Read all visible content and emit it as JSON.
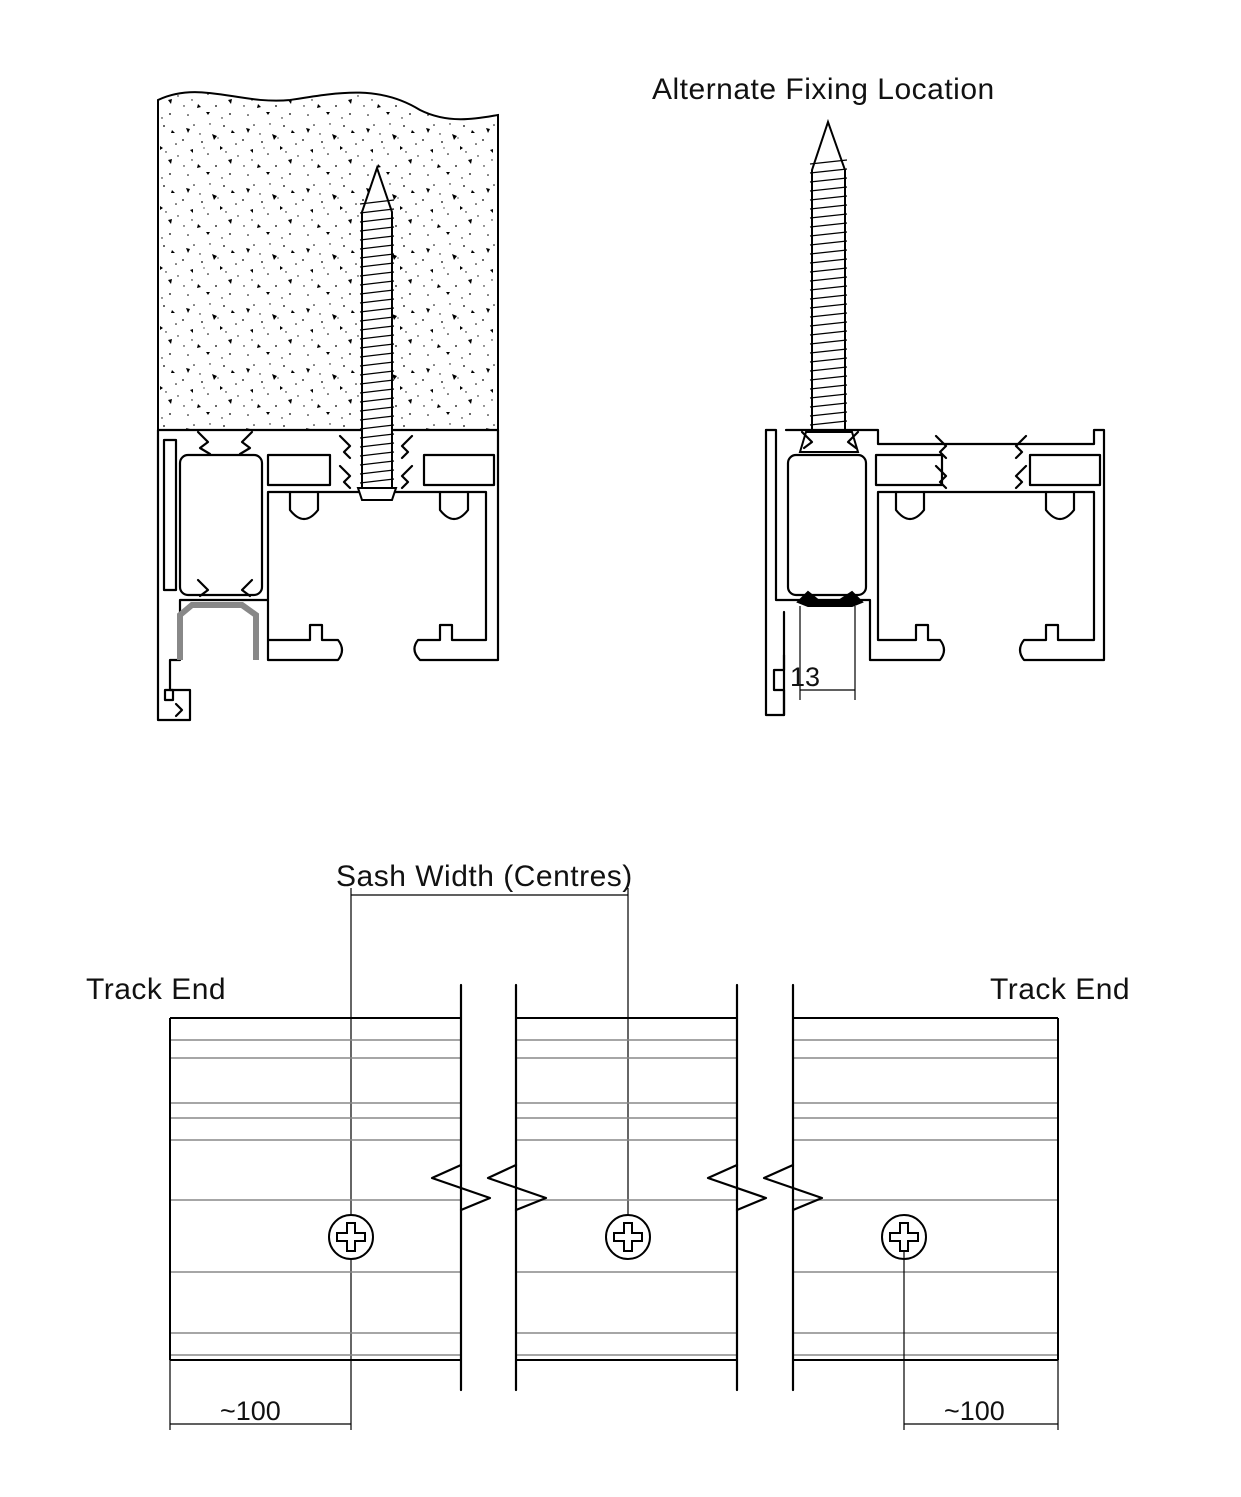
{
  "labels": {
    "alternate_fixing": "Alternate Fixing Location",
    "sash_width": "Sash Width (Centres)",
    "track_end_left": "Track End",
    "track_end_right": "Track End",
    "dim_13": "13",
    "dim_100_left": "~100",
    "dim_100_right": "~100"
  }
}
